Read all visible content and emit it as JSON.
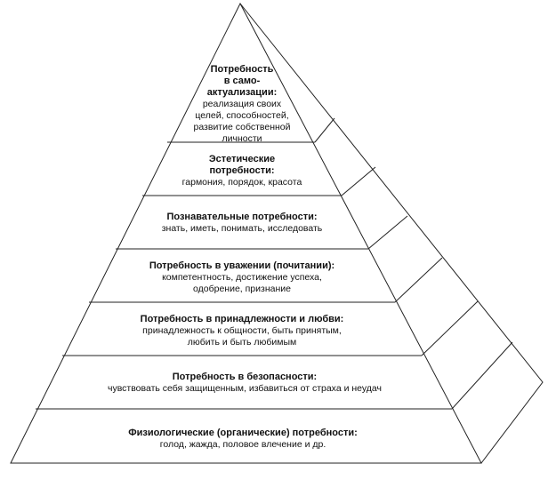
{
  "levels": [
    {
      "title": "Потребность\nв само-\nактуализации:",
      "desc": "реализация своих\nцелей, способностей,\nразвитие собственной\nличности"
    },
    {
      "title": "Эстетические\nпотребности:",
      "desc": "гармония, порядок, красота"
    },
    {
      "title": "Познавательные потребности:",
      "desc": "знать, иметь, понимать, исследовать"
    },
    {
      "title": "Потребность в уважении (почитании):",
      "desc": "компетентность, достижение успеха,\nодобрение, признание"
    },
    {
      "title": "Потребность в принадлежности и любви:",
      "desc": "принадлежность к общности, быть принятым,\nлюбить и быть любимым"
    },
    {
      "title": "Потребность в безопасности:",
      "desc": "чувствовать себя защищенным, избавиться от страха и неудач"
    },
    {
      "title": "Физиологические (органические) потребности:",
      "desc": "голод, жажда, половое влечение и др."
    }
  ]
}
